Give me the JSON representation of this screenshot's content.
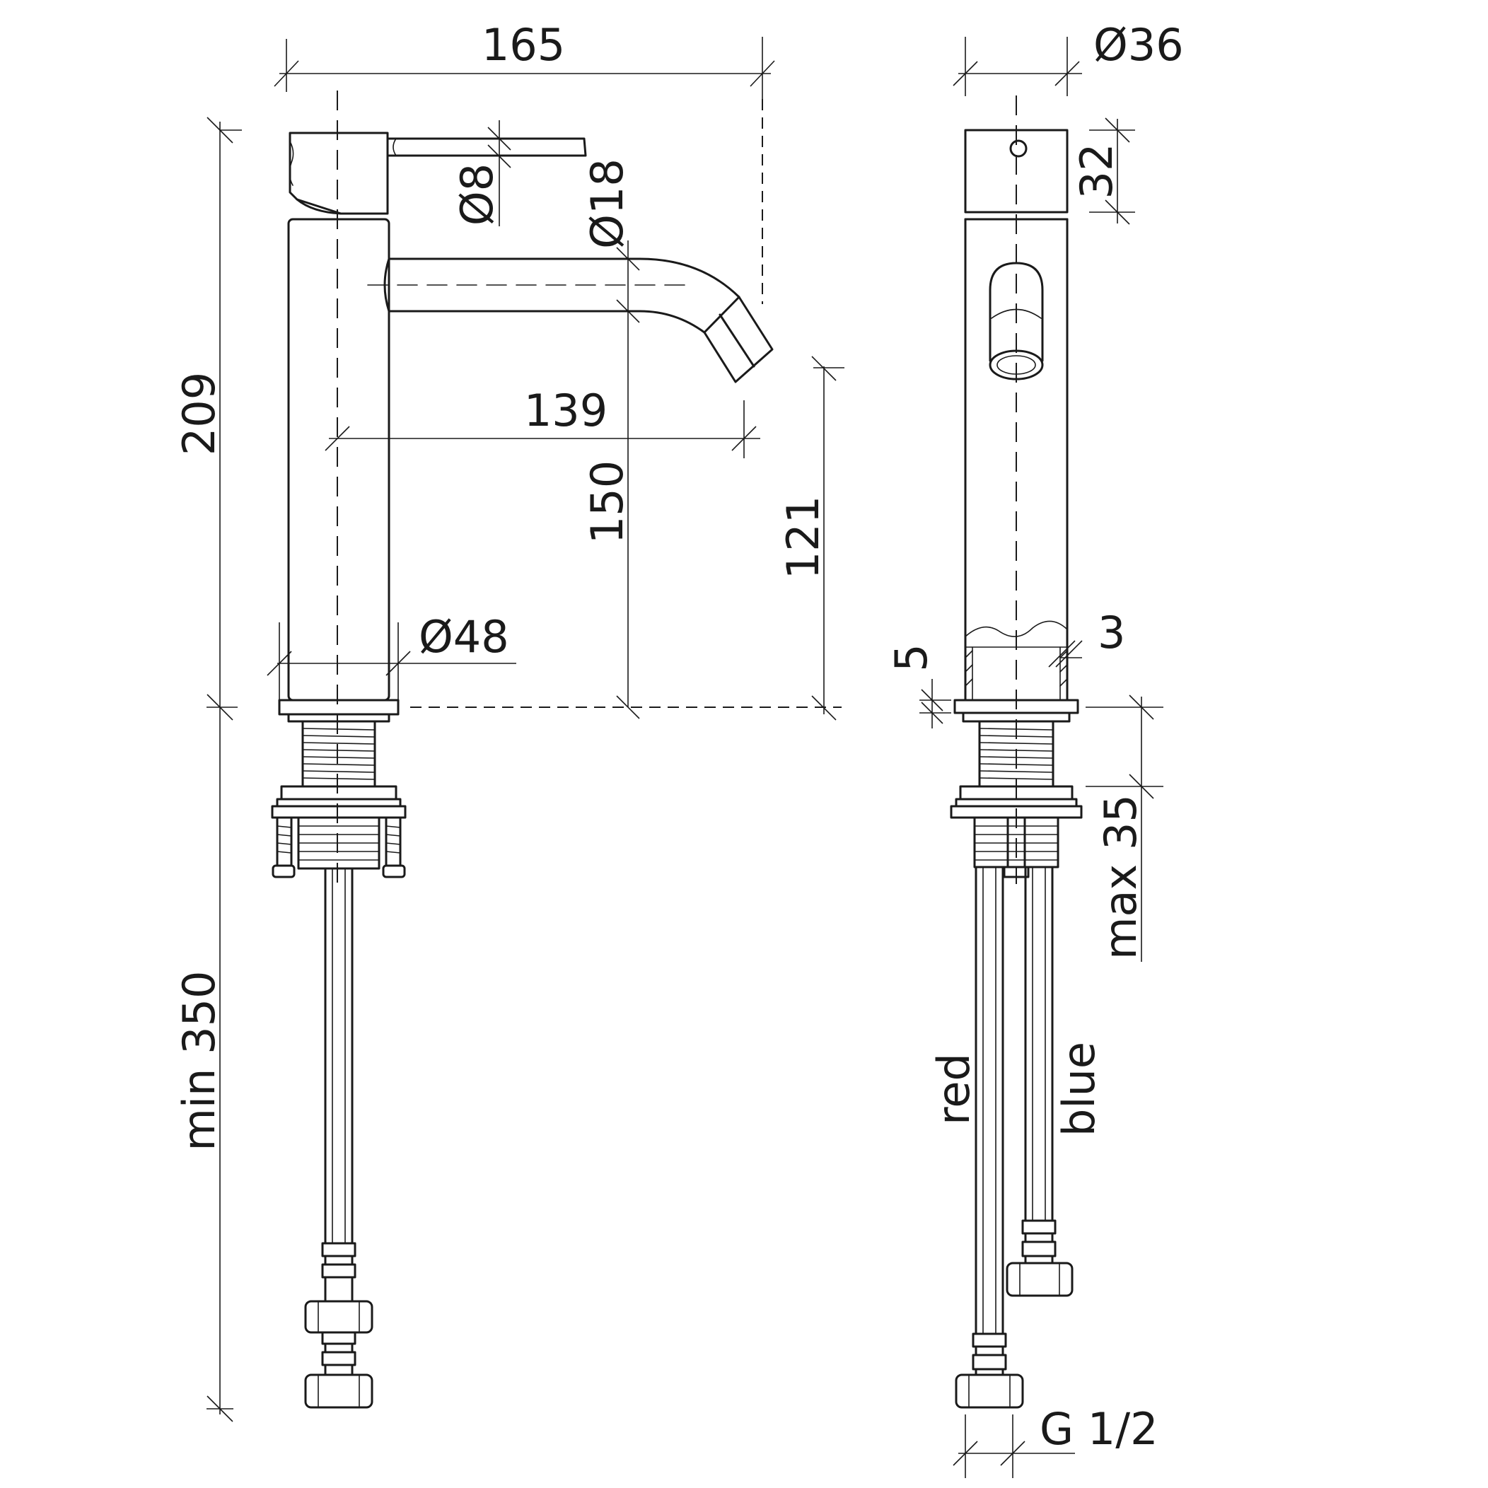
{
  "labels": {
    "width_165": "165",
    "height_209": "209",
    "handle_d8": "Ø8",
    "spout_d18": "Ø18",
    "reach_139": "139",
    "spout_height_150": "150",
    "outlet_height_121": "121",
    "base_d48": "Ø48",
    "min_350": "min 350",
    "side_d36": "Ø36",
    "lever_32": "32",
    "wall_3": "3",
    "gap_5": "5",
    "max_35": "max 35",
    "hose_red": "red",
    "hose_blue": "blue",
    "thread_g12": "G 1/2"
  }
}
